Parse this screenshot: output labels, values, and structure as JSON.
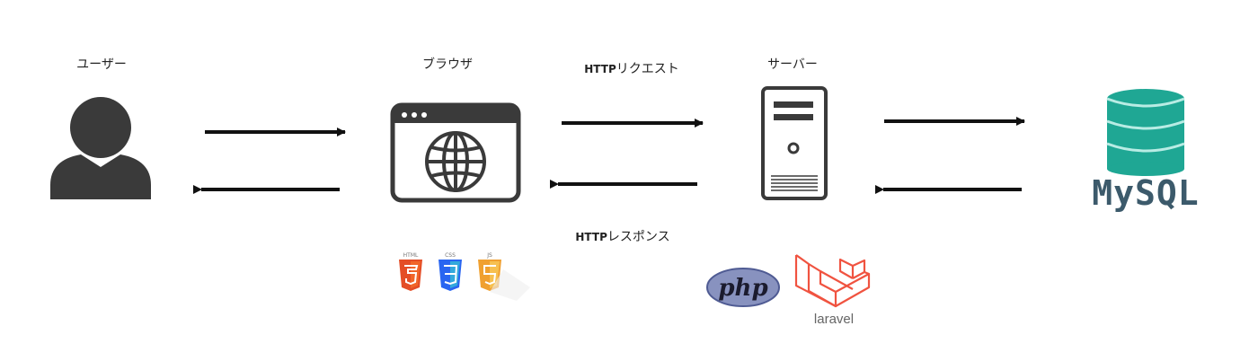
{
  "nodes": {
    "user": {
      "label": "ユーザー"
    },
    "browser": {
      "label": "ブラウザ"
    },
    "server": {
      "label": "サーバー"
    },
    "database": {
      "logo_text": "MySQL"
    }
  },
  "edges": {
    "request": {
      "prefix": "HTTP",
      "suffix": "リクエスト"
    },
    "response": {
      "prefix": "HTTP",
      "suffix": "レスポンス"
    }
  },
  "tech": {
    "html5": {
      "badge": "HTML"
    },
    "css3": {
      "badge": "CSS"
    },
    "js": {
      "badge": "JS"
    },
    "php": {
      "text": "php"
    },
    "laravel": {
      "text": "laravel"
    }
  },
  "colors": {
    "icon_dark": "#3a3a3a",
    "mysql_teal": "#1fa794",
    "mysql_text": "#3c5a6b",
    "html5": "#e44d26",
    "css3": "#2965f1",
    "js": "#f0a030",
    "php_oval": "#8892bf",
    "laravel": "#f05340"
  },
  "icons": [
    "user-silhouette-icon",
    "browser-globe-icon",
    "server-tower-icon",
    "database-cylinder-icon",
    "html5-icon",
    "css3-icon",
    "js-icon",
    "php-logo-icon",
    "laravel-logo-icon"
  ]
}
